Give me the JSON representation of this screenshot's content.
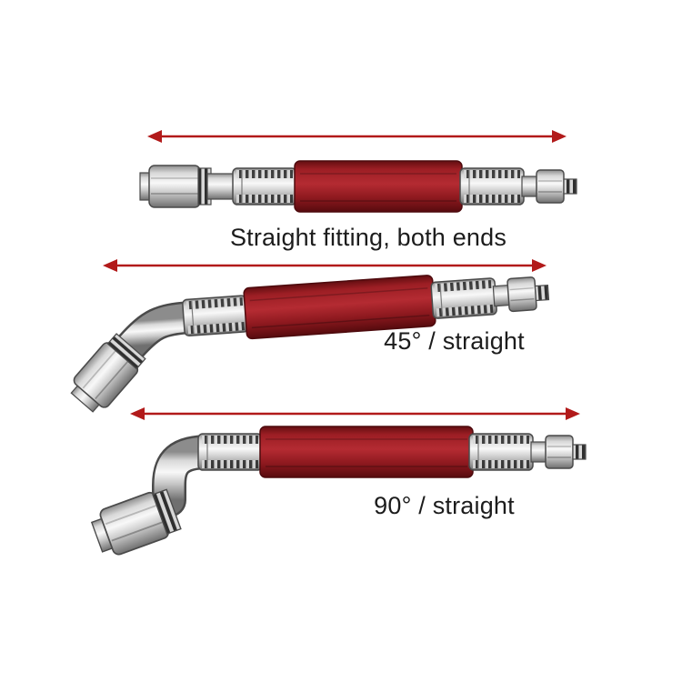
{
  "page": {
    "background": "#ffffff",
    "description_visible_content": "Three hydraulic hose assemblies with red rubber hose and crimped metal fittings, each with a red double-headed length-dimension arrow above it"
  },
  "diagrams": [
    {
      "name": "straight-both-ends",
      "label": "Straight fitting, both ends",
      "left_fitting": "straight",
      "right_fitting": "straight",
      "dimension_arrow": true
    },
    {
      "name": "45-degree-and-straight",
      "label": "45° / straight",
      "left_fitting": "45-degree elbow",
      "right_fitting": "straight",
      "dimension_arrow": true
    },
    {
      "name": "90-degree-and-straight",
      "label": "90° / straight",
      "left_fitting": "90-degree elbow",
      "right_fitting": "straight",
      "dimension_arrow": true
    }
  ],
  "colors": {
    "arrow_red": "#b21a1a",
    "hose_red": "#a21d23",
    "metal_light": "#f2f2f2",
    "metal_dark": "#6f6f6f",
    "text": "#1c1c1c"
  }
}
